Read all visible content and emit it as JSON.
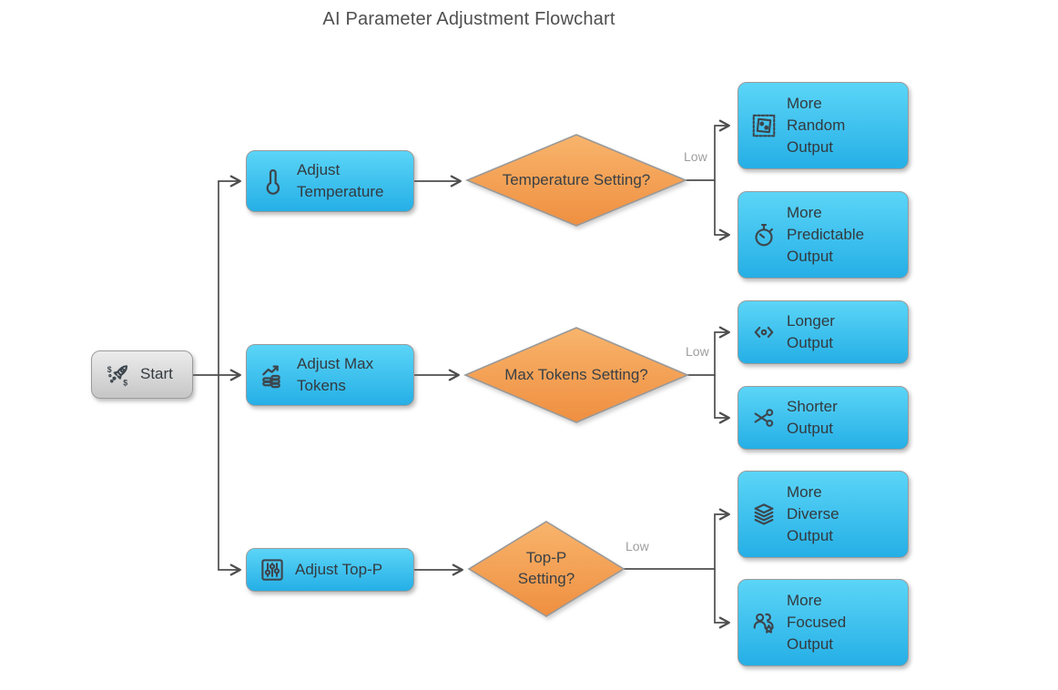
{
  "title": "AI Parameter Adjustment Flowchart",
  "nodes": {
    "start": {
      "label": "Start",
      "icon": "rocket-money-icon"
    },
    "adjust_temperature": {
      "label": "Adjust Temperature",
      "icon": "thermometer-icon"
    },
    "temperature_setting": {
      "label": "Temperature Setting?"
    },
    "more_random": {
      "label": "More Random Output",
      "icon": "die-stamp-icon"
    },
    "more_predictable": {
      "label": "More Predictable Output",
      "icon": "stopwatch-icon"
    },
    "adjust_max_tokens": {
      "label": "Adjust Max Tokens",
      "icon": "token-stack-growth-icon"
    },
    "max_tokens_setting": {
      "label": "Max Tokens Setting?"
    },
    "longer_output": {
      "label": "Longer Output",
      "icon": "code-brackets-dot-icon"
    },
    "shorter_output": {
      "label": "Shorter Output",
      "icon": "scissors-icon"
    },
    "adjust_top_p": {
      "label": "Adjust Top-P",
      "icon": "sliders-icon"
    },
    "top_p_setting": {
      "label": "Top-P Setting?"
    },
    "more_diverse": {
      "label": "More Diverse Output",
      "icon": "layers-icon"
    },
    "more_focused": {
      "label": "More Focused Output",
      "icon": "users-star-icon"
    }
  },
  "edge_labels": {
    "temperature": {
      "label": "Low"
    },
    "max_tokens": {
      "label": "Low"
    },
    "top_p": {
      "label": "Low"
    }
  },
  "colors": {
    "process_fill_top": "#5BD5F7",
    "process_fill_bottom": "#25AFE6",
    "decision_fill_top": "#F8B46C",
    "decision_fill_bottom": "#EF8F40",
    "start_fill_top": "#ECECEC",
    "start_fill_bottom": "#C6C6C6",
    "node_border": "#9B9B9B",
    "edge_stroke": "#4D4D4D",
    "node_text": "#333A3F",
    "edge_label_text": "#9E9E9E",
    "title_text": "#4F4F4F"
  }
}
